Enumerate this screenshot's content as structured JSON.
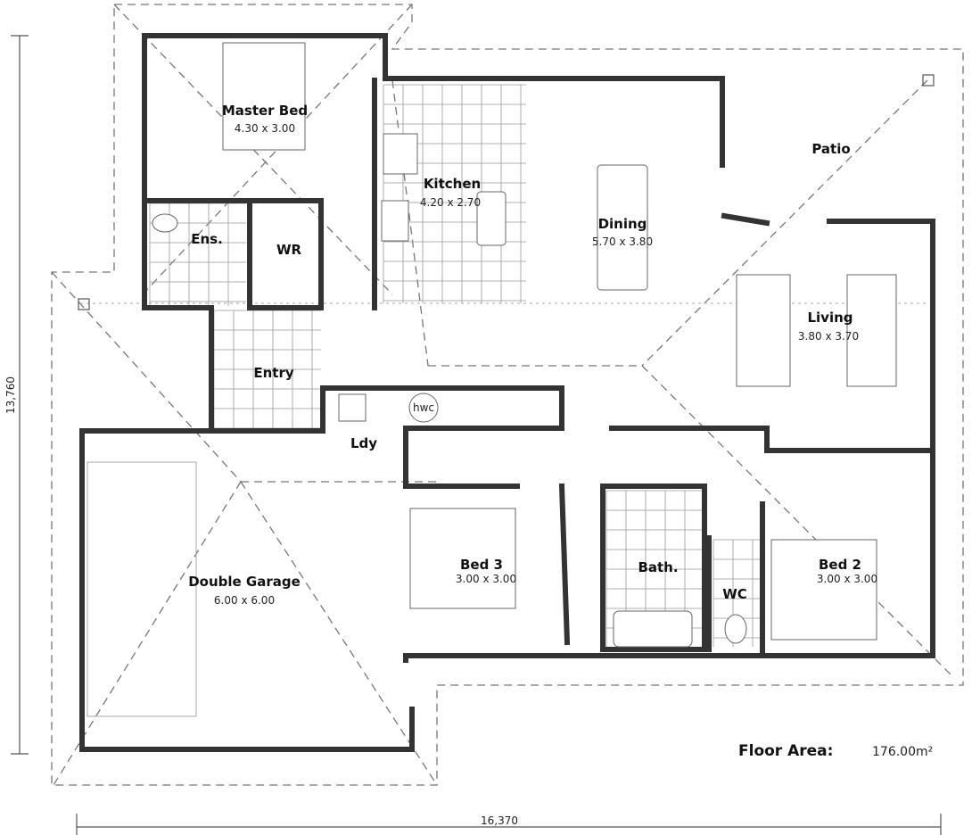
{
  "rooms": {
    "master_bed": {
      "name": "Master Bed",
      "size": "4.30 x 3.00"
    },
    "kitchen": {
      "name": "Kitchen",
      "size": "4.20 x 2.70"
    },
    "dining": {
      "name": "Dining",
      "size": "5.70 x 3.80"
    },
    "patio": {
      "name": "Patio"
    },
    "ensuite": {
      "name": "Ens."
    },
    "wr": {
      "name": "WR"
    },
    "living": {
      "name": "Living",
      "size": "3.80 x 3.70"
    },
    "entry": {
      "name": "Entry"
    },
    "laundry": {
      "name": "Ldy"
    },
    "hwc": {
      "name": "hwc"
    },
    "bed3": {
      "name": "Bed 3",
      "size": "3.00 x 3.00"
    },
    "bath": {
      "name": "Bath."
    },
    "wc": {
      "name": "WC"
    },
    "bed2": {
      "name": "Bed 2",
      "size": "3.00 x 3.00"
    },
    "garage": {
      "name": "Double Garage",
      "size": "6.00 x 6.00"
    }
  },
  "dimensions": {
    "height": "13,760",
    "width": "16,370"
  },
  "floor_area": {
    "label": "Floor Area:",
    "value": "176.00m²"
  }
}
